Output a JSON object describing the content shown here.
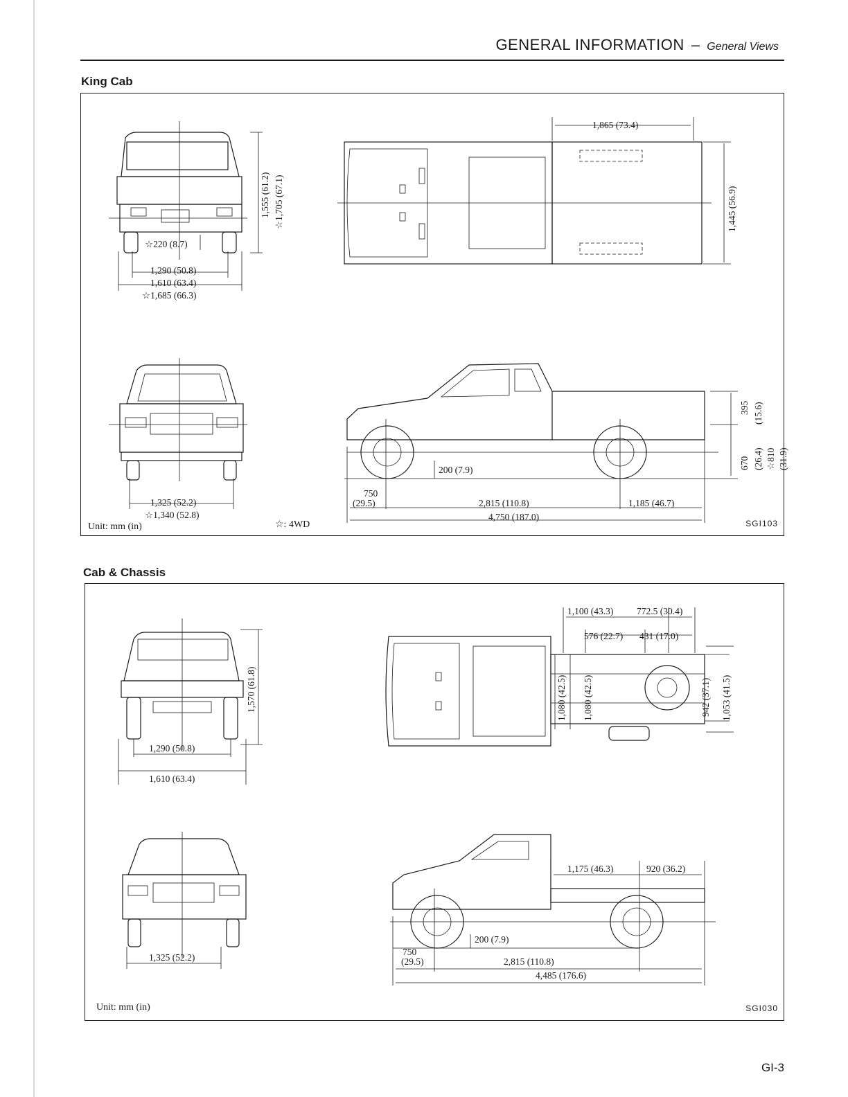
{
  "header": {
    "title": "GENERAL INFORMATION",
    "separator": "–",
    "subtitle": "General Views"
  },
  "page_number": "GI-3",
  "king_cab": {
    "title": "King Cab",
    "unit": "Unit: mm (in)",
    "legend": "☆: 4WD",
    "figure_code": "SGI103",
    "dims": {
      "rear_height": "1,555 (61.2)",
      "rear_height_4wd": "☆1,705 (67.1)",
      "ground_clearance": "☆220 (8.7)",
      "rear_tread": "1,290 (50.8)",
      "width": "1,610 (63.4)",
      "width_4wd": "☆1,685 (66.3)",
      "front_tread": "1,325 (52.2)",
      "front_tread_4wd": "☆1,340 (52.8)",
      "bed_length": "1,865 (73.4)",
      "bed_width": "1,445 (56.9)",
      "bed_depth": "395",
      "bed_depth_in": "(15.6)",
      "floor_height": "670",
      "floor_height_in": "(26.4)",
      "floor_height_4wd": "☆810",
      "floor_height_4wd_in": "(31.9)",
      "min_clearance": "200 (7.9)",
      "front_overhang": "750",
      "front_overhang_in": "(29.5)",
      "wheelbase": "2,815 (110.8)",
      "rear_overhang": "1,185 (46.7)",
      "overall_length": "4,750 (187.0)"
    }
  },
  "cab_chassis": {
    "title": "Cab & Chassis",
    "unit": "Unit: mm (in)",
    "figure_code": "SGI030",
    "dims": {
      "height": "1,570 (61.8)",
      "rear_tread": "1,290 (50.8)",
      "width": "1,610 (63.4)",
      "front_tread": "1,325 (52.2)",
      "frame_a": "1,100 (43.3)",
      "frame_b": "772.5 (30.4)",
      "frame_c": "576 (22.7)",
      "frame_d": "431 (17.0)",
      "frame_w1": "1,080 (42.5)",
      "frame_w2": "1,080 (42.5)",
      "frame_w3": "942 (37.1)",
      "frame_w4": "1,053 (41.5)",
      "cab_to_axle": "1,175 (46.3)",
      "rear_overhang": "920 (36.2)",
      "min_clearance": "200 (7.9)",
      "front_overhang": "750",
      "front_overhang_in": "(29.5)",
      "wheelbase": "2,815 (110.8)",
      "overall_length": "4,485 (176.6)"
    }
  }
}
